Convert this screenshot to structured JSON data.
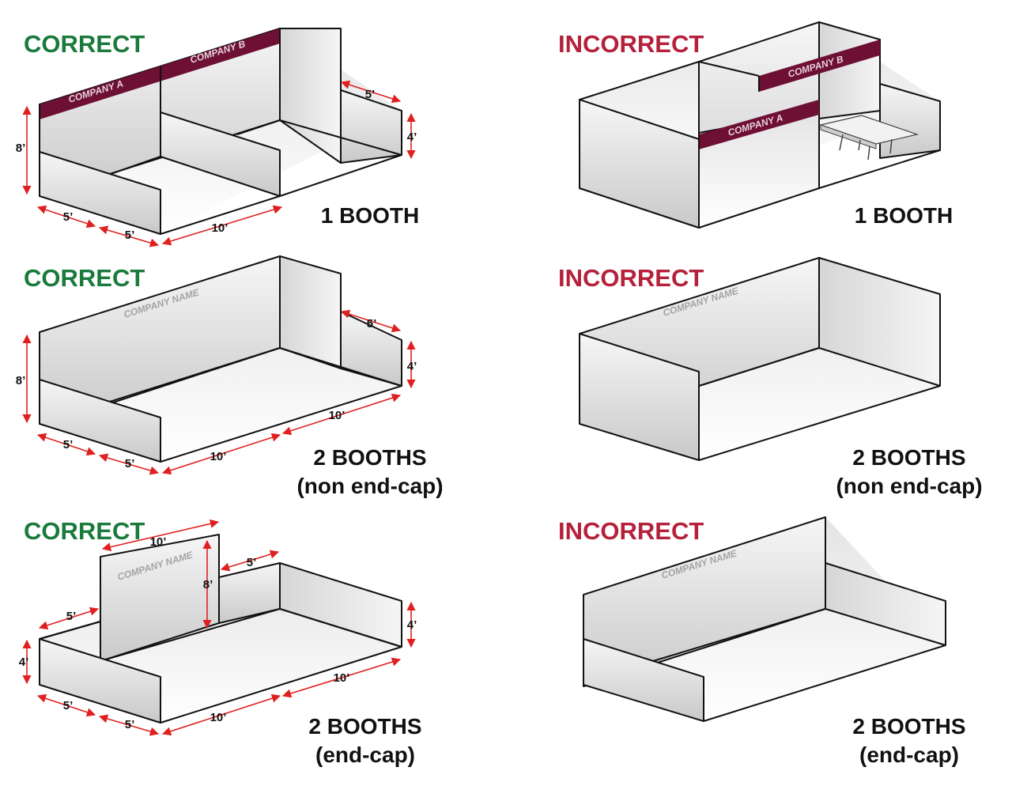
{
  "headers": {
    "correct": "CORRECT",
    "incorrect": "INCORRECT"
  },
  "colors": {
    "correct": "#1a7a3c",
    "incorrect": "#b5213a",
    "band": "#6e0f34",
    "dimension": "#e02020"
  },
  "rows": [
    {
      "caption_lines": [
        "1 BOOTH"
      ],
      "correct": {
        "band_labels": [
          "COMPANY A",
          "COMPANY B"
        ],
        "dimensions": {
          "back_wall_height": "8’",
          "side_wall_depth_a": "5’",
          "side_wall_depth_b": "5’",
          "front_width": "10’",
          "rear_step_depth": "5’",
          "rear_step_height": "4’"
        }
      },
      "incorrect": {
        "band_labels": [
          "COMPANY A",
          "COMPANY B"
        ]
      }
    },
    {
      "caption_lines": [
        "2 BOOTHS",
        "(non end-cap)"
      ],
      "correct": {
        "watermark": "COMPANY NAME",
        "dimensions": {
          "back_wall_height": "8’",
          "side_wall_depth_a": "5’",
          "side_wall_depth_b": "5’",
          "front_width_a": "10’",
          "front_width_b": "10’",
          "rear_step_depth": "5’",
          "rear_step_height": "4’"
        }
      },
      "incorrect": {
        "watermark": "COMPANY NAME"
      }
    },
    {
      "caption_lines": [
        "2 BOOTHS",
        "(end-cap)"
      ],
      "correct": {
        "watermark": "COMPANY NAME",
        "dimensions": {
          "panel_width": "10’",
          "panel_height": "8’",
          "panel_offset": "5’",
          "left_offset": "5’",
          "left_height": "4’",
          "right_height": "4’",
          "side_wall_depth_a": "5’",
          "side_wall_depth_b": "5’",
          "front_width_a": "10’",
          "front_width_b": "10’"
        }
      },
      "incorrect": {
        "watermark": "COMPANY NAME"
      }
    }
  ]
}
